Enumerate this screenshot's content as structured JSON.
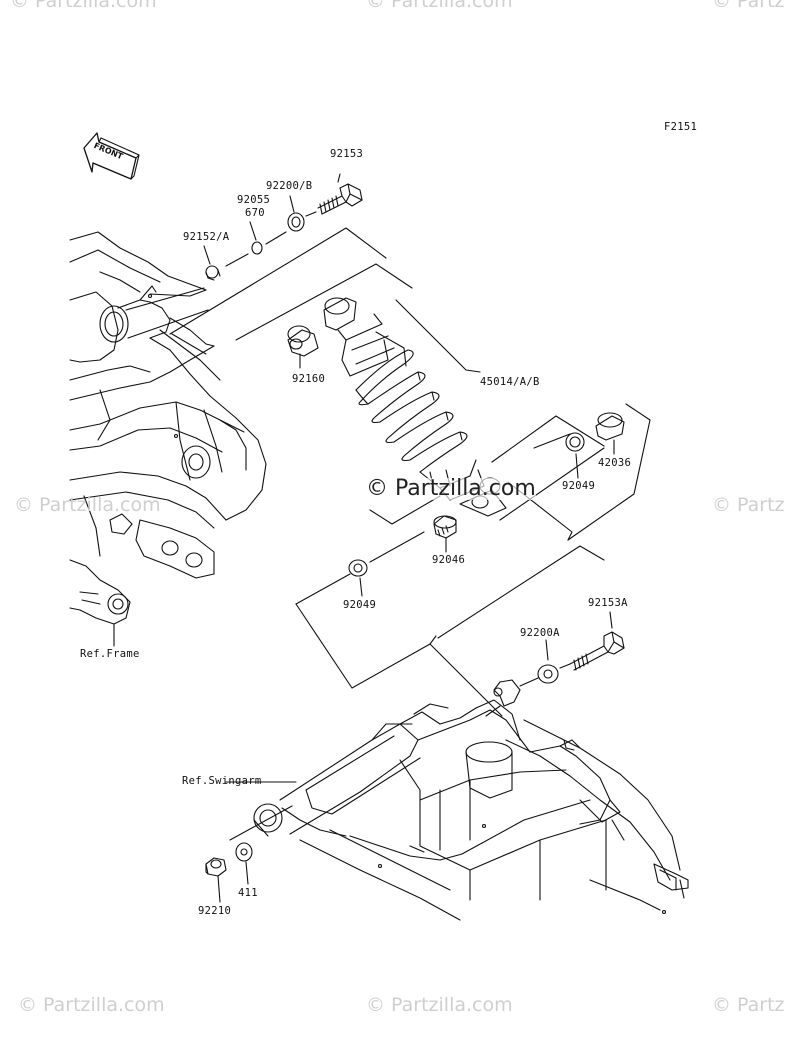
{
  "diagram_code": "F2151",
  "front_arrow": "FRONT",
  "watermark": "© Partzilla.com",
  "watermark_center": "© Partzilla.com",
  "watermark_partial": "© Partz",
  "labels": {
    "p92153": "92153",
    "p92200b": "92200/B",
    "p92055": "92055",
    "p670": "670",
    "p92152a": "92152/A",
    "p92160": "92160",
    "p45014": "45014/A/B",
    "p42036": "42036",
    "p92049_right": "92049",
    "p92046": "92046",
    "p92049_left": "92049",
    "p92153a": "92153A",
    "p92200a": "92200A",
    "ref_frame": "Ref.Frame",
    "ref_swingarm": "Ref.Swingarm",
    "p411": "411",
    "p92210": "92210"
  },
  "colors": {
    "line": "#111111",
    "watermark": "#cfcfcf"
  }
}
